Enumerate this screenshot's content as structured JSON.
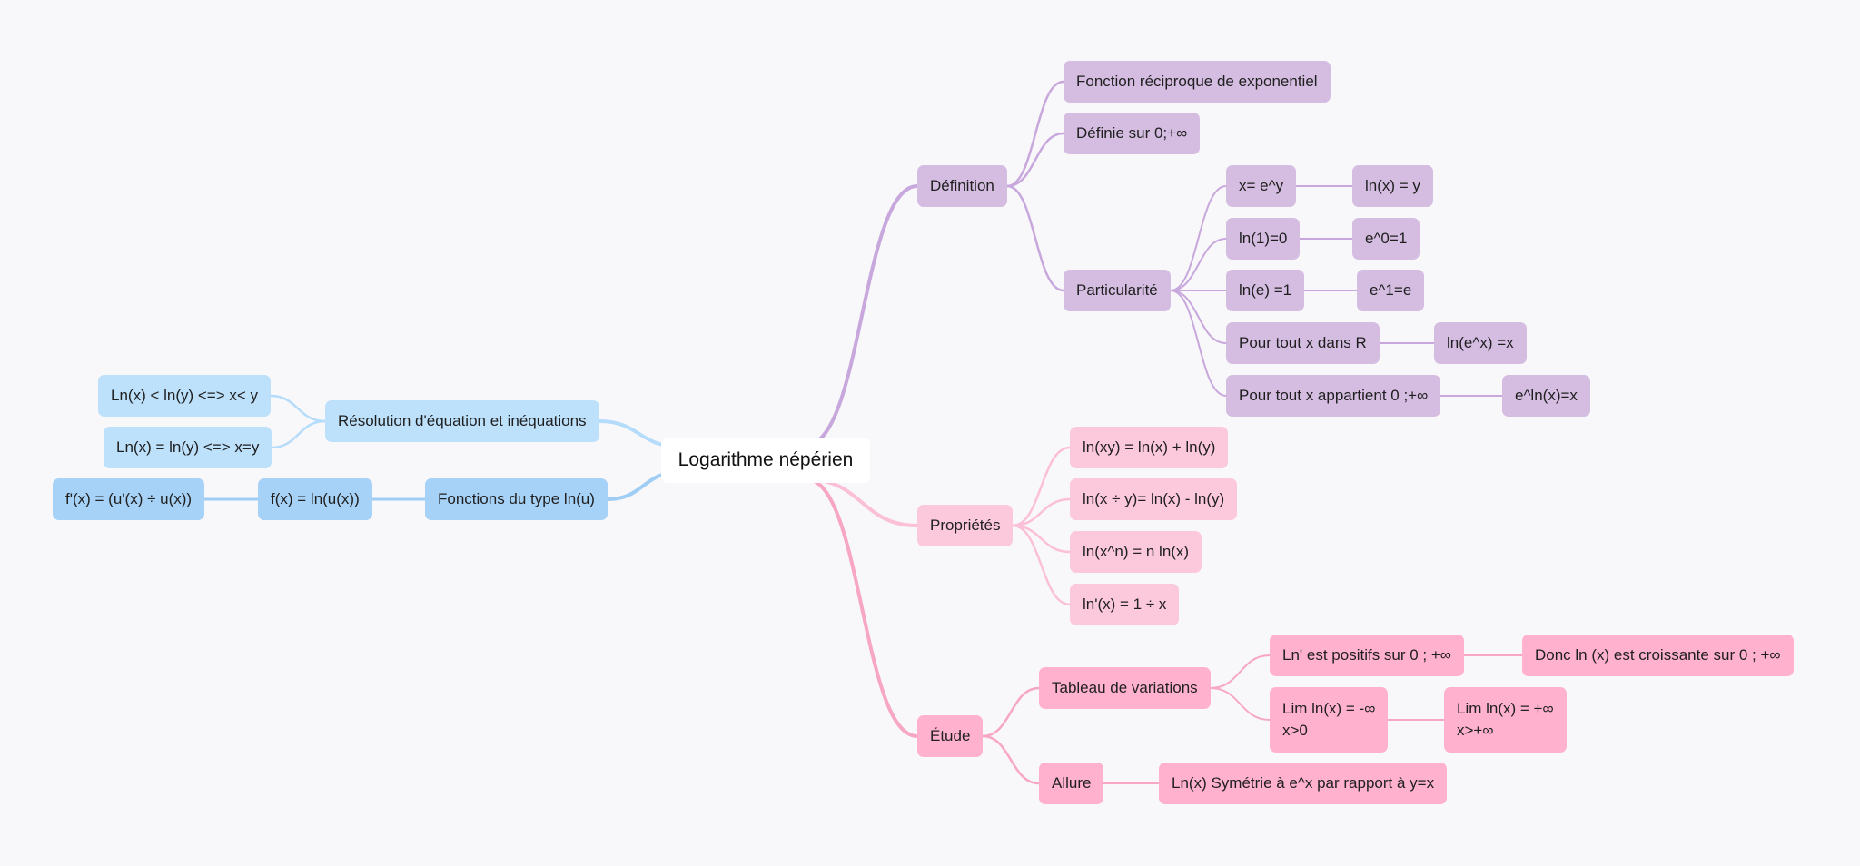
{
  "mindmap": {
    "root": "Logarithme népérien",
    "definition": {
      "label": "Définition",
      "items": [
        "Fonction réciproque de exponentiel",
        "Définie sur 0;+∞"
      ],
      "particularite": {
        "label": "Particularité",
        "pairs": [
          [
            "x= e^y",
            "ln(x) = y"
          ],
          [
            "ln(1)=0",
            "e^0=1"
          ],
          [
            "ln(e) =1",
            "e^1=e"
          ],
          [
            "Pour tout x dans R",
            "ln(e^x) =x"
          ],
          [
            "Pour tout x appartient 0 ;+∞",
            "e^ln(x)=x"
          ]
        ]
      }
    },
    "proprietes": {
      "label": "Propriétés",
      "items": [
        "ln(xy) = ln(x) + ln(y)",
        "ln(x ÷ y)= ln(x) - ln(y)",
        "ln(x^n) = n ln(x)",
        "ln'(x) = 1 ÷ x"
      ]
    },
    "etude": {
      "label": "Étude",
      "tableau": {
        "label": "Tableau de variations",
        "row1": [
          "Ln' est positifs sur 0 ; +∞",
          "Donc ln (x) est croissante sur 0 ; +∞"
        ],
        "row2": [
          "Lim ln(x) = -∞\nx>0",
          "Lim ln(x) = +∞\nx>+∞"
        ]
      },
      "allure": {
        "label": "Allure",
        "child": "Ln(x) Symétrie à e^x par rapport à y=x"
      }
    },
    "resolution": {
      "label": "Résolution d'équation et inéquations",
      "items": [
        "Ln(x) < ln(y) <=> x< y",
        "Ln(x) = ln(y) <=> x=y"
      ]
    },
    "fonctions": {
      "label": "Fonctions du type ln(u)",
      "child": "f(x) = ln(u(x))",
      "grandchild": "f'(x) = (u'(x) ÷ u(x))"
    }
  },
  "colors": {
    "definition": "#d5bde2",
    "definition_line": "#c8a8dc",
    "proprietes": "#fcc8dc",
    "proprietes_line": "#fbc0d7",
    "etude": "#ffb1cd",
    "etude_line": "#f7a6c3",
    "resolution": "#bde0fb",
    "resolution_line": "#b5dcfa",
    "fonctions": "#a7d2f7",
    "fonctions_line": "#9fcdf4"
  }
}
